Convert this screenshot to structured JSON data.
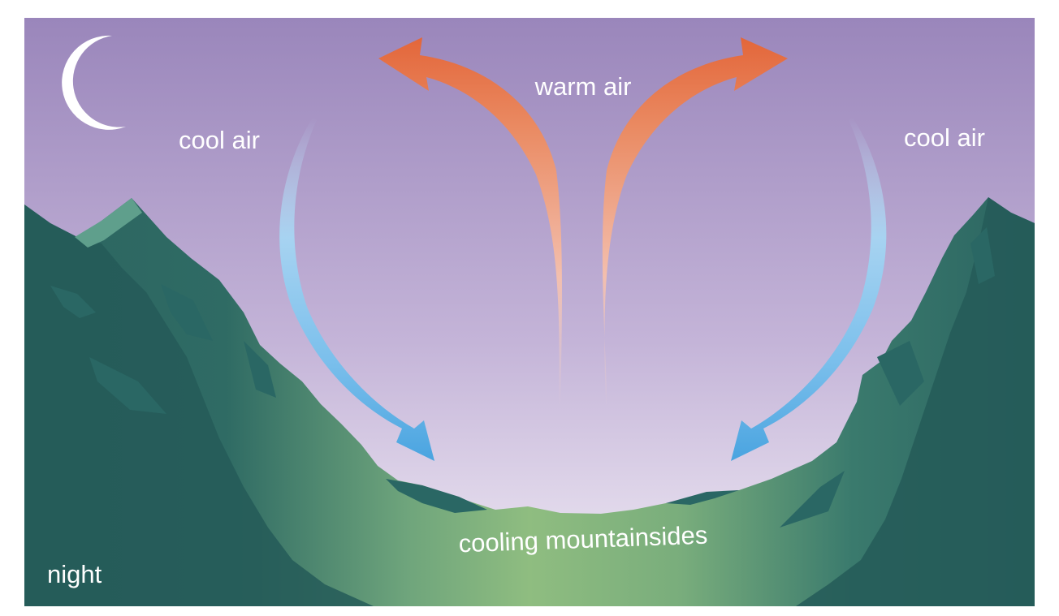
{
  "diagram": {
    "labels": {
      "warm_air": "warm air",
      "cool_air_left": "cool air",
      "cool_air_right": "cool air",
      "mountainsides": "cooling mountainsides",
      "time_of_day": "night"
    },
    "icons": {
      "moon": "crescent-moon-icon"
    },
    "colors": {
      "sky_top": "#9b86bb",
      "sky_bottom": "#efe9f3",
      "mountain_dark": "#285e5c",
      "mountain_light": "#8ab87c",
      "warm_arrow": "#e3683a",
      "cool_arrow": "#58ade3",
      "text": "#ffffff"
    }
  }
}
